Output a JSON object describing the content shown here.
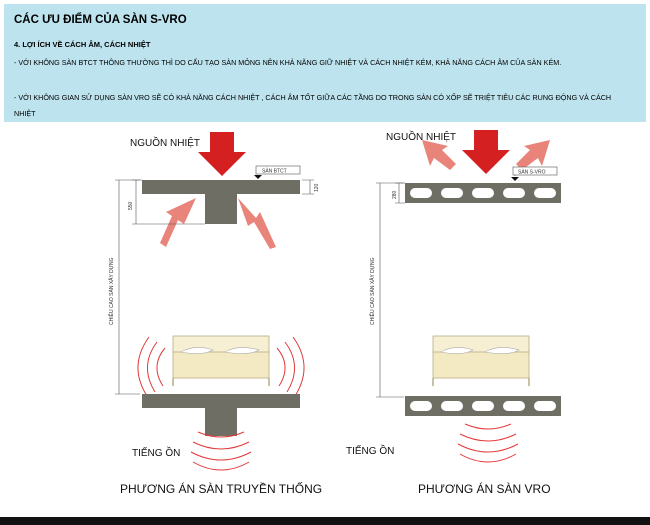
{
  "header": {
    "title": "CÁC ƯU ĐIỂM CỦA SÀN S-VRO",
    "subtitle": "4. LỢI ÍCH VỀ CÁCH ÂM, CÁCH NHIỆT",
    "para1": "- VỚI KHÔNG SÀN BTCT THÔNG THƯỜNG THÌ DO CẤU TẠO SÀN MỎNG NÊN KHẢ NĂNG GIỮ NHIỆT VÀ CÁCH NHIỆT KÉM, KHẢ NĂNG CÁCH ÂM CỦA SÀN KÉM.",
    "para2": "- VỚI KHÔNG GIAN SỬ DỤNG SÀN VRO SẼ CÓ KHẢ NĂNG CÁCH NHIỆT , CÁCH ÂM TỐT GIỮA CÁC TẦNG DO TRONG SÀN CÓ XỐP SẼ TRIỆT TIÊU CÁC RUNG ĐỘNG VÀ CÁCH NHIỆT"
  },
  "left": {
    "heat_label": "NGUỒN NHIỆT",
    "slab_tag": "SÀN BTCT",
    "dim_slab": "120",
    "dim_beam": "550",
    "height_label": "CHIỀU CAO SÀN XÂY DỰNG",
    "noise_label": "TIẾNG ỒN",
    "caption": "PHƯƠNG ÁN SÀN TRUYỀN THỐNG"
  },
  "right": {
    "heat_label": "NGUỒN NHIỆT",
    "slab_tag": "SÀN S-VRO",
    "dim_slab": "280",
    "height_label": "CHIỀU CAO SÀN XÂY DỰNG",
    "noise_label": "TIẾNG ỒN",
    "caption": "PHƯƠNG ÁN SÀN VRO"
  },
  "colors": {
    "header_bg": "#bde3ee",
    "concrete": "#6e6e64",
    "heat_arrow": "#d42020",
    "deflect_arrow": "#e8847a",
    "sound_wave": "#e23a3a",
    "bed": "#f3e9c2"
  }
}
